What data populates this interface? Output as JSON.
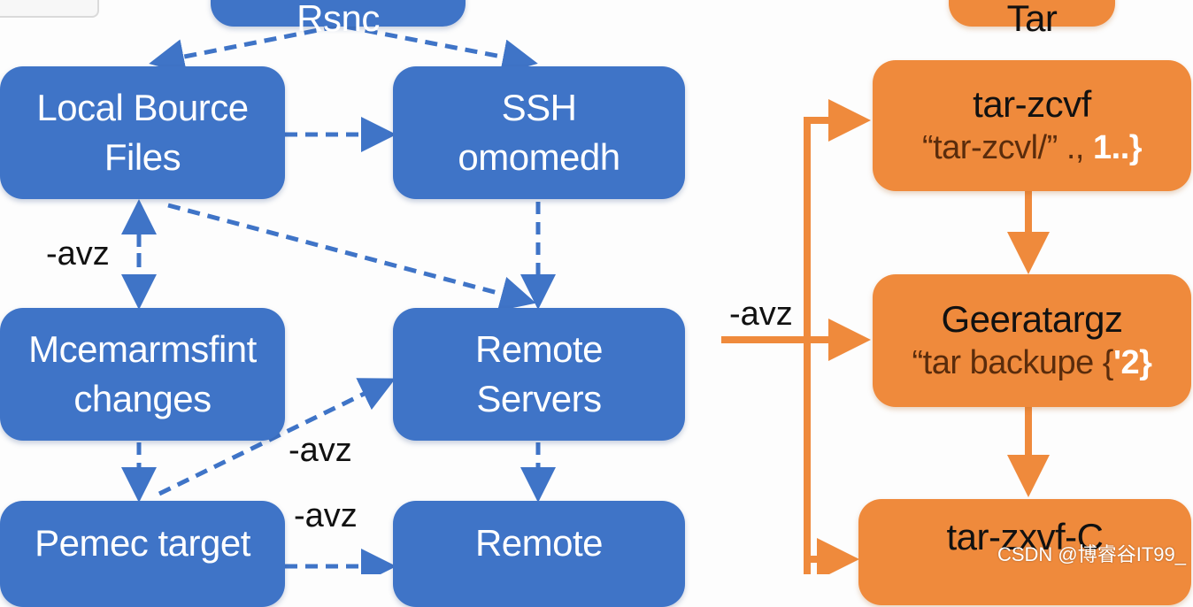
{
  "left_diagram": {
    "top_node": "Rsnc",
    "nodes": {
      "local_source": [
        "Local Bource",
        "Files"
      ],
      "ssh": [
        "SSH",
        "omomedh"
      ],
      "changes": [
        "Mcemarmsfint",
        "changes"
      ],
      "remote_servers": [
        "Remote",
        "Servers"
      ],
      "target": [
        "Pemec target"
      ],
      "remote_bottom": [
        "Remote"
      ]
    },
    "edge_labels": {
      "local_changes": "-avz",
      "changes_remote": "-avz",
      "target_remote": "-avz"
    },
    "colors": {
      "node": "#3f74c7",
      "edge": "#3f74c7"
    }
  },
  "right_diagram": {
    "top_node": "Tar",
    "entry_label": "-avz",
    "nodes": {
      "create": {
        "title": "tar-zcvf",
        "sub": "“tar-zcvl/” ., ",
        "sub_highlight": "1..}"
      },
      "generate": {
        "title": "Geeratargz",
        "sub": "“tar backupe {",
        "sub_highlight": "'2}"
      },
      "extract": {
        "title": "tar-zxvf-C"
      }
    },
    "colors": {
      "node": "#ef8a3c",
      "arrow": "#ef8a3c"
    }
  },
  "watermark": "CSDN @博睿谷IT99_"
}
